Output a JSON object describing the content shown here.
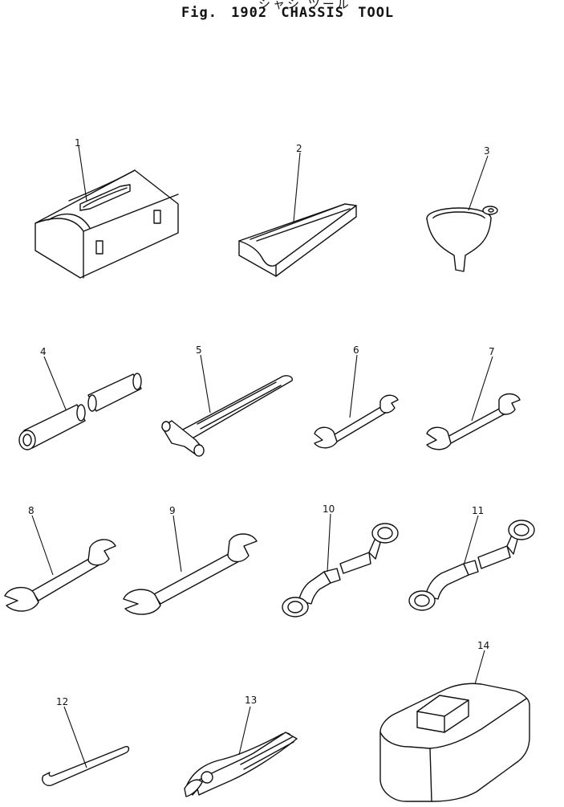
{
  "header": {
    "title_jp": "シャシ ツール",
    "title": "Fig. 1902   CHASSIS TOOL"
  },
  "parts": [
    {
      "label": "1"
    },
    {
      "label": "2"
    },
    {
      "label": "3"
    },
    {
      "label": "4"
    },
    {
      "label": "5"
    },
    {
      "label": "6"
    },
    {
      "label": "7"
    },
    {
      "label": "8"
    },
    {
      "label": "9"
    },
    {
      "label": "10"
    },
    {
      "label": "11"
    },
    {
      "label": "12"
    },
    {
      "label": "13"
    },
    {
      "label": "14"
    }
  ]
}
